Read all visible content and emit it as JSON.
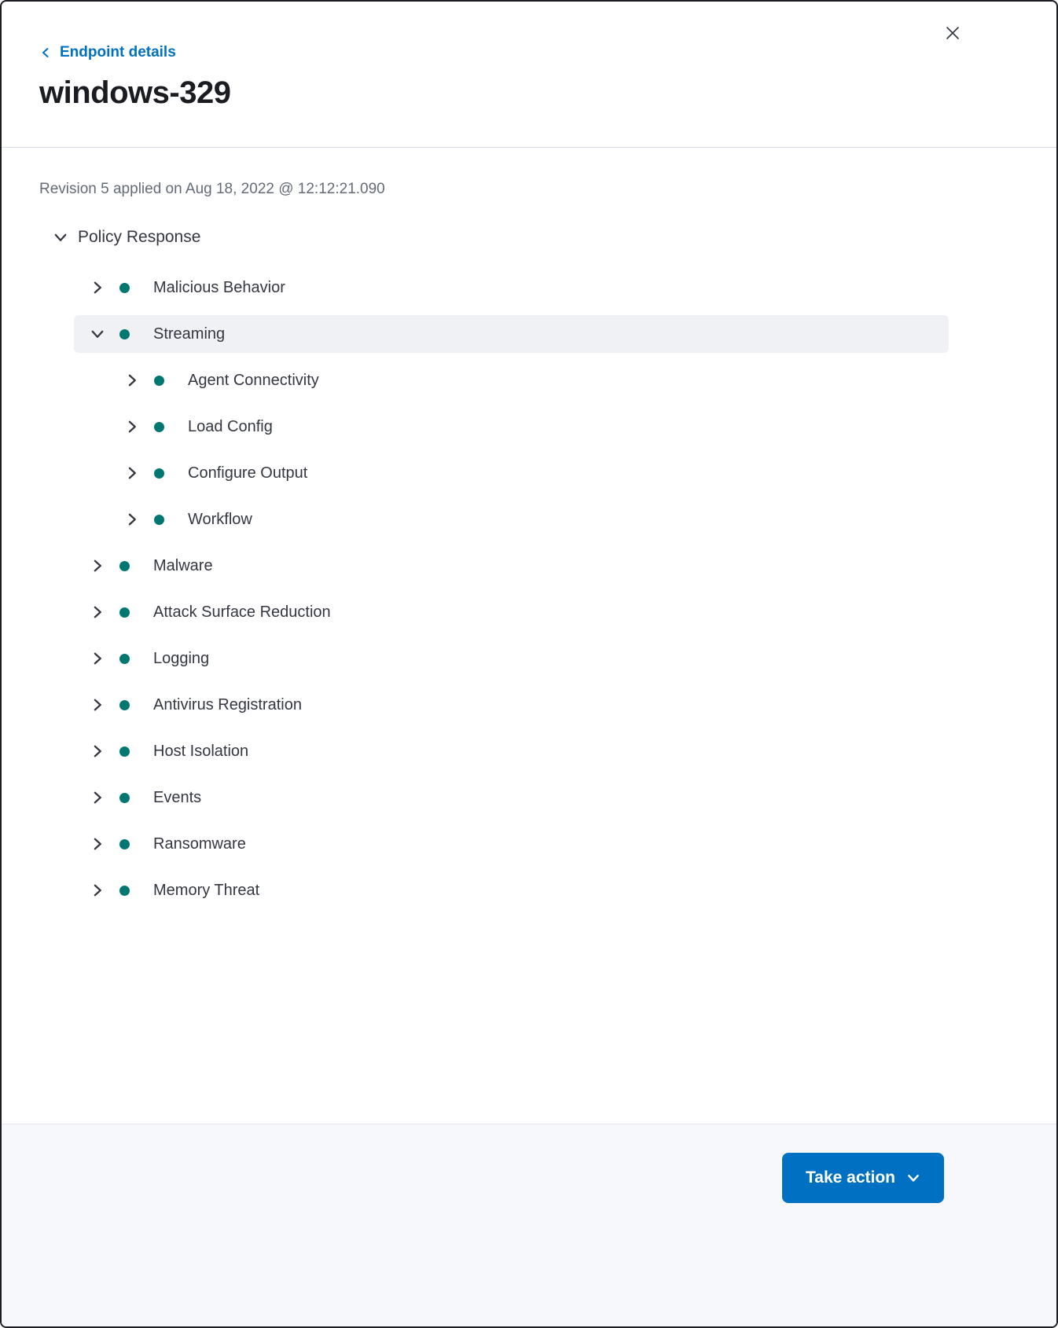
{
  "header": {
    "back_link": "Endpoint details",
    "title": "windows-329"
  },
  "meta": {
    "revision_text": "Revision 5 applied on Aug 18, 2022 @ 12:12:21.090"
  },
  "tree": {
    "root_label": "Policy Response",
    "root_expanded": true,
    "items": [
      {
        "label": "Malicious Behavior",
        "level": 1,
        "expanded": false,
        "selected": false
      },
      {
        "label": "Streaming",
        "level": 1,
        "expanded": true,
        "selected": true
      },
      {
        "label": "Agent Connectivity",
        "level": 2,
        "expanded": false,
        "selected": false
      },
      {
        "label": "Load Config",
        "level": 2,
        "expanded": false,
        "selected": false
      },
      {
        "label": "Configure Output",
        "level": 2,
        "expanded": false,
        "selected": false
      },
      {
        "label": "Workflow",
        "level": 2,
        "expanded": false,
        "selected": false
      },
      {
        "label": "Malware",
        "level": 1,
        "expanded": false,
        "selected": false
      },
      {
        "label": "Attack Surface Reduction",
        "level": 1,
        "expanded": false,
        "selected": false
      },
      {
        "label": "Logging",
        "level": 1,
        "expanded": false,
        "selected": false
      },
      {
        "label": "Antivirus Registration",
        "level": 1,
        "expanded": false,
        "selected": false
      },
      {
        "label": "Host Isolation",
        "level": 1,
        "expanded": false,
        "selected": false
      },
      {
        "label": "Events",
        "level": 1,
        "expanded": false,
        "selected": false
      },
      {
        "label": "Ransomware",
        "level": 1,
        "expanded": false,
        "selected": false
      },
      {
        "label": "Memory Threat",
        "level": 1,
        "expanded": false,
        "selected": false
      }
    ]
  },
  "footer": {
    "take_action_label": "Take action"
  },
  "icons": {
    "close": "x",
    "back": "chevron-left",
    "collapsed": "chevron-right",
    "expanded": "chevron-down",
    "take_action": "chevron-down",
    "tree_item_dot": "filled-circle"
  },
  "colors": {
    "primary": "#0071C2",
    "success_dot": "#007871",
    "selected_row_bg": "#F0F1F4",
    "footer_bg": "#F7F8FB",
    "title_text": "#1A1C21",
    "body_text": "#343741",
    "muted_text": "#646B78",
    "divider": "#D3DAE6"
  }
}
